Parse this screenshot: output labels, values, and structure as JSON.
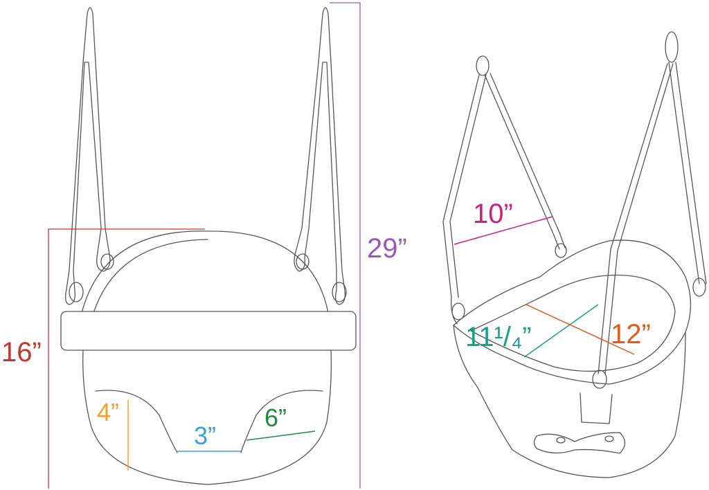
{
  "colors": {
    "outline": "#555555",
    "height_total": "#9b59b6",
    "height_seat": "#c0392b",
    "leg_front": "#f0a030",
    "seat_width": "#3aa0dd",
    "leg_side": "#1e8a3c",
    "strap_span": "#cc2080",
    "seat_depth": "#16a085",
    "seat_length": "#e05a20"
  },
  "front_view": {
    "total_height_label": "29”",
    "seat_height_label": "16”",
    "leg_hole_height_label": "4”",
    "seat_width_label": "3”",
    "leg_hole_width_label": "6”"
  },
  "side_view": {
    "strap_span_label": "10”",
    "seat_depth_label": "11¹/₄”",
    "seat_length_label": "12”"
  }
}
